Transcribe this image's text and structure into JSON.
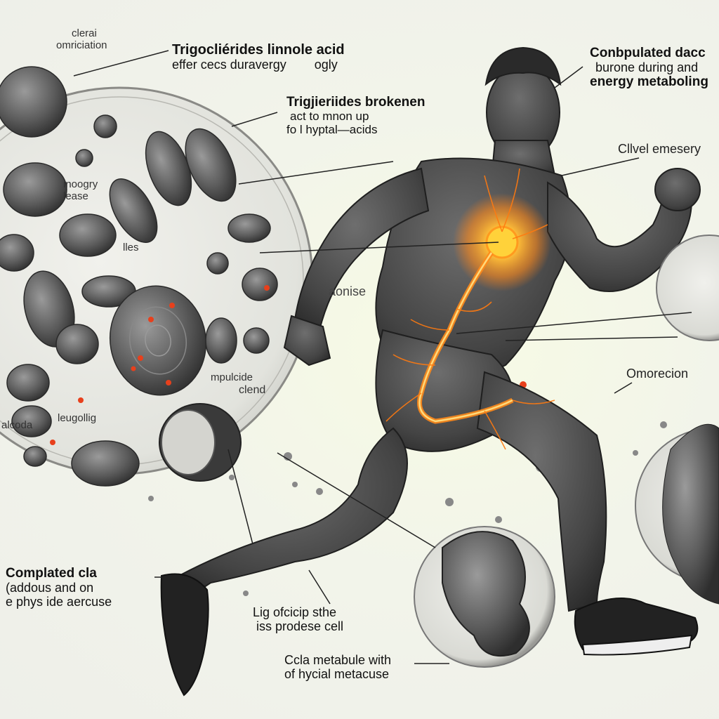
{
  "labels": {
    "top_left_small": [
      "clerai",
      "omriciation"
    ],
    "top_center": [
      "Trigocliérides linnole acid",
      "effer cecs duravergy        ogly"
    ],
    "middle_center": [
      "Trigjieriides brokenen",
      "act to mnon up",
      "fo l hyptal—acids"
    ],
    "top_right": [
      "Conbpulated dacc",
      "burone during and",
      "energy metaboling"
    ],
    "right_upper": "Cllvel emesery",
    "right_middle": "Omorecion",
    "cell_inner_1": [
      "inoogry",
      "lease"
    ],
    "cell_inner_2": "lles",
    "cell_inner_3": [
      "mpulcide",
      "clend"
    ],
    "cell_inner_4": "leugollig",
    "cell_inner_5": "alcoda",
    "body_center": "aonise",
    "bottom_left": [
      "Complated cla",
      "(addous and on",
      "e phys ide aercuse"
    ],
    "bottom_center": [
      "Lig ofcicip sthe",
      "iss prodese cell"
    ],
    "bottom_center_lower": [
      "Ccla metabule with",
      "of hycial metacuse"
    ]
  },
  "colors": {
    "background": "#f2f4ea",
    "cell_fill": "#e4e5e0",
    "organelle": "#5a5a5a",
    "body": "#4a4a4a",
    "energy_glow": "#ff9a1f",
    "energy_core": "#ffd23a",
    "red_dot": "#e8401c"
  },
  "icons": [
    "running-figure",
    "energy-glow-icon",
    "cell-cross-section",
    "organelle-icons"
  ]
}
